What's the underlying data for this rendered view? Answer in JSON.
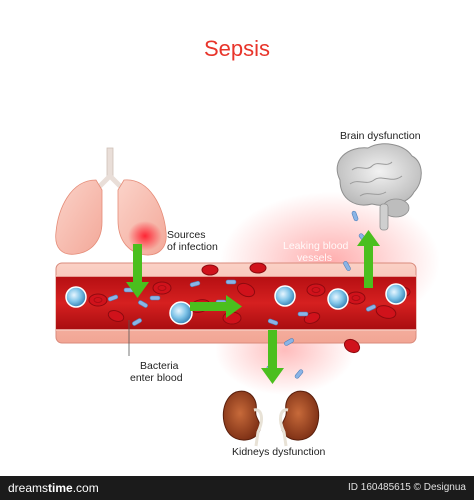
{
  "title": "Sepsis",
  "labels": {
    "sources": [
      "Sources",
      "of infection"
    ],
    "leaking": [
      "Leaking blood",
      "vessels"
    ],
    "brain": "Brain dysfunction",
    "bacteria": [
      "Bacteria",
      "enter blood"
    ],
    "kidneys": "Kidneys dysfunction"
  },
  "footer": {
    "logo_pre": "dreams",
    "logo_bold": "time",
    "logo_post": ".com",
    "id_text": "ID 160485615 © Designua"
  },
  "colors": {
    "title": "#e8352b",
    "vessel_wall": "#f7b6a8",
    "blood": "#c41a1a",
    "red_cell": "#d0121b",
    "arrow": "#4bbf1e",
    "bacteria": "#8ab4e6",
    "footer_bg": "#1b1b1b"
  }
}
